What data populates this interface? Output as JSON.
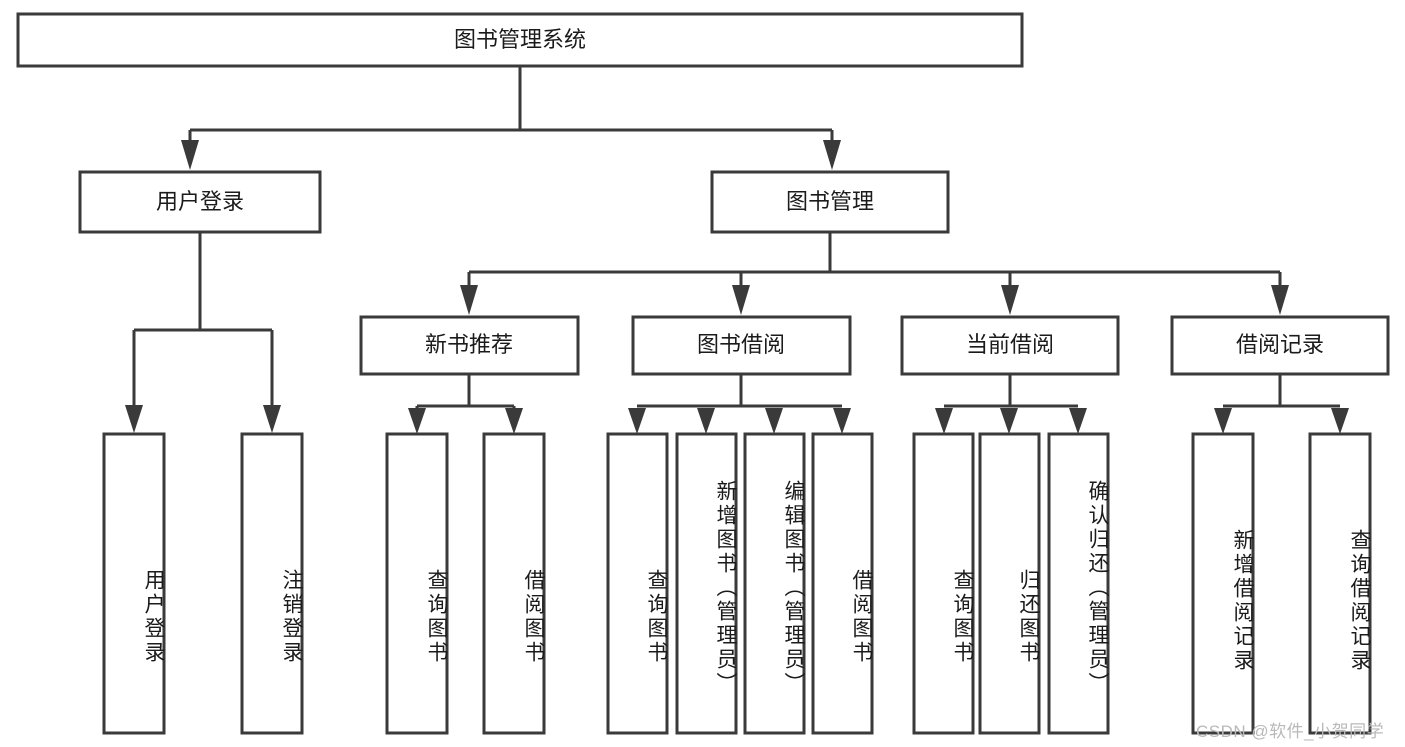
{
  "diagram": {
    "title": "图书管理系统",
    "type": "tree-hierarchy",
    "watermark": "CSDN @软件_小贺同学",
    "colors": {
      "stroke": "#3a3a3a",
      "fill": "#ffffff",
      "text": "#1b1b1b",
      "watermark": "#b9b9b9"
    },
    "root": {
      "label": "图书管理系统"
    },
    "level2": [
      {
        "label": "用户登录"
      },
      {
        "label": "图书管理"
      }
    ],
    "level3": [
      {
        "label": "新书推荐"
      },
      {
        "label": "图书借阅"
      },
      {
        "label": "当前借阅"
      },
      {
        "label": "借阅记录"
      }
    ],
    "leaves": {
      "user_login": [
        {
          "label": "用户登录"
        },
        {
          "label": "注销登录"
        }
      ],
      "new_book": [
        {
          "label": "查询图书"
        },
        {
          "label": "借阅图书"
        }
      ],
      "borrow_book": [
        {
          "label": "查询图书"
        },
        {
          "label": "新增图书（管理员）"
        },
        {
          "label": "编辑图书（管理员）"
        },
        {
          "label": "借阅图书"
        }
      ],
      "current_borrow": [
        {
          "label": "查询图书"
        },
        {
          "label": "归还图书"
        },
        {
          "label": "确认归还（管理员）"
        }
      ],
      "borrow_record": [
        {
          "label": "新增借阅记录"
        },
        {
          "label": "查询借阅记录"
        }
      ]
    }
  }
}
